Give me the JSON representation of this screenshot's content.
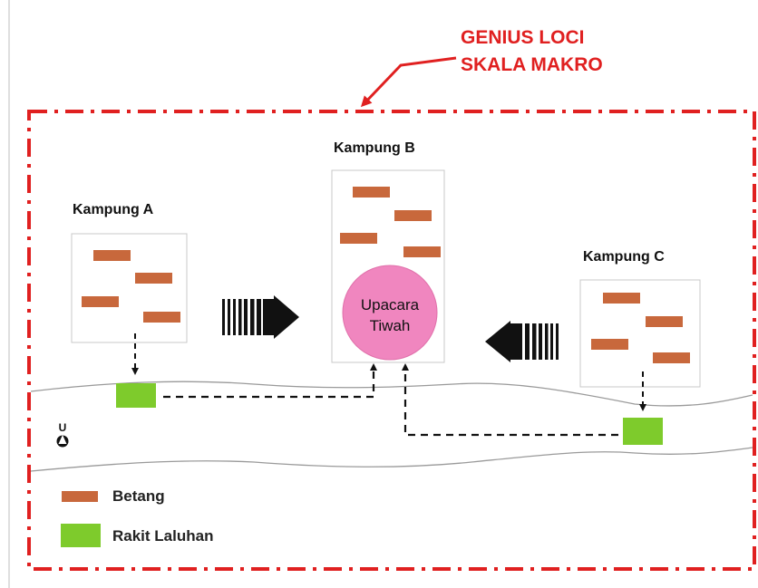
{
  "title": {
    "line1": "GENIUS LOCI",
    "line2": "SKALA MAKRO"
  },
  "villages": {
    "a": {
      "label": "Kampung A"
    },
    "b": {
      "label": "Kampung B"
    },
    "c": {
      "label": "Kampung C"
    }
  },
  "ceremony": {
    "line1": "Upacara",
    "line2": "Tiwah"
  },
  "north": {
    "label": "U"
  },
  "legend": {
    "betang": "Betang",
    "rakit": "Rakit Laluhan"
  },
  "colors": {
    "frame": "#e02020",
    "betang": "#c8683c",
    "rakit": "#7ecb2c",
    "ceremony": "#f086bf",
    "river_line": "#999999"
  }
}
